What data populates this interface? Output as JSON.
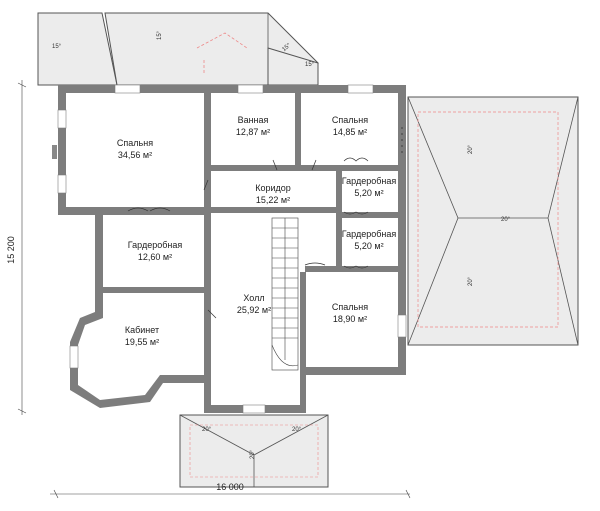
{
  "rooms": {
    "bedroom_nw": {
      "name": "Спальня",
      "area": "34,56 м²"
    },
    "bathroom": {
      "name": "Ванная",
      "area": "12,87 м²"
    },
    "bedroom_ne": {
      "name": "Спальня",
      "area": "14,85 м²"
    },
    "corridor": {
      "name": "Коридор",
      "area": "15,22 м²"
    },
    "wardrobe_ne1": {
      "name": "Гардеробная",
      "area": "5,20 м²"
    },
    "wardrobe_ne2": {
      "name": "Гардеробная",
      "area": "5,20 м²"
    },
    "wardrobe_w": {
      "name": "Гардеробная",
      "area": "12,60 м²"
    },
    "hall": {
      "name": "Холл",
      "area": "25,92 м²"
    },
    "bedroom_se": {
      "name": "Спальня",
      "area": "18,90 м²"
    },
    "study": {
      "name": "Кабинет",
      "area": "19,55 м²"
    }
  },
  "roof_slopes": {
    "top_left": "15°",
    "top_mid": "15°",
    "top_right_a": "15°",
    "top_right_b": "15°",
    "right_top": "20°",
    "right_mid": "20°",
    "right_bottom": "20°",
    "porch_left": "20°",
    "porch_right": "20°",
    "porch_bottom": "20°"
  },
  "dimensions": {
    "width": "16 000",
    "height": "15 200"
  }
}
